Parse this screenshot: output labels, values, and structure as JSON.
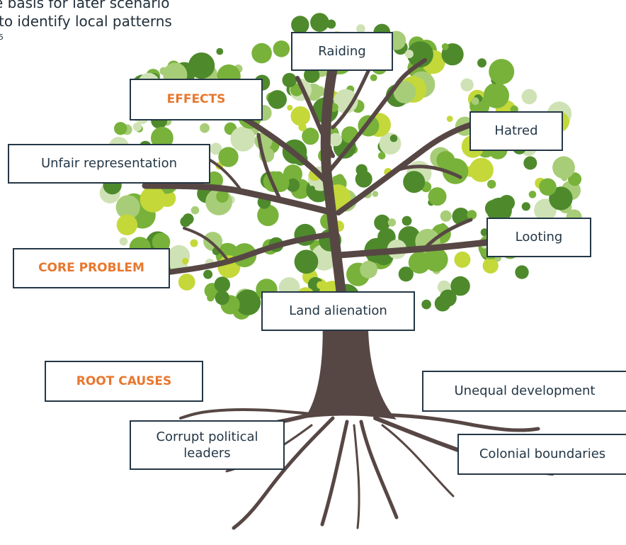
{
  "intro": {
    "line1": "e basis for later scenario",
    "line2": "to identify local patterns",
    "footnote": "5"
  },
  "categories": {
    "effects": "EFFECTS",
    "core_problem": "CORE PROBLEM",
    "root_causes": "ROOT CAUSES"
  },
  "effects": {
    "raiding": "Raiding",
    "hatred": "Hatred",
    "unfair_representation": "Unfair representation",
    "looting": "Looting"
  },
  "core_problem": {
    "land_alienation": "Land alienation"
  },
  "root_causes": {
    "unequal_development": "Unequal development",
    "corrupt_political_leaders": "Corrupt political leaders",
    "colonial_boundaries": "Colonial boundaries"
  },
  "colors": {
    "trunk": "#574744",
    "leaf_dark": "#4e8a2c",
    "leaf_mid": "#78b23a",
    "leaf_light": "#a8cd78",
    "leaf_lime": "#c4d83a",
    "leaf_pale": "#cfe2b5",
    "box_border": "#243746",
    "category_text": "#e8772e"
  }
}
